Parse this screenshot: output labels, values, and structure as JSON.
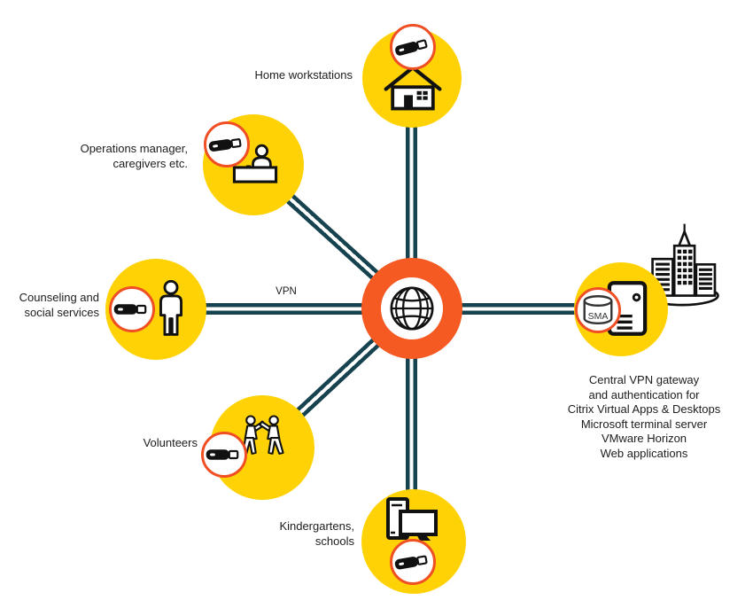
{
  "diagram": {
    "vpn_line_label": "VPN",
    "hub": {
      "icon": "globe-icon"
    },
    "nodes": [
      {
        "id": "home-workstations",
        "icon": "house-icon",
        "badge_icon": "usb-token-icon",
        "label_lines": [
          "Home workstations"
        ]
      },
      {
        "id": "operations-manager",
        "icon": "reception-desk-icon",
        "badge_icon": "usb-token-icon",
        "label_lines": [
          "Operations manager,",
          "caregivers etc."
        ]
      },
      {
        "id": "counseling-social-services",
        "icon": "person-icon",
        "badge_icon": "usb-token-icon",
        "label_lines": [
          "Counseling and",
          "social services"
        ]
      },
      {
        "id": "volunteers",
        "icon": "two-people-icon",
        "badge_icon": "usb-token-icon",
        "label_lines": [
          "Volunteers"
        ]
      },
      {
        "id": "kindergartens-schools",
        "icon": "desktop-computer-icon",
        "badge_icon": "usb-token-icon",
        "label_lines": [
          "Kindergartens,",
          "schools"
        ]
      },
      {
        "id": "central-vpn-gateway",
        "icon": "server-icon",
        "badge_icon": "database-cylinder-icon",
        "badge_label": "SMA",
        "label_lines": [
          "Central VPN gateway",
          "and authentication for",
          "Citrix Virtual Apps & Desktops",
          "Microsoft terminal server",
          "VMware Horizon",
          "Web applications"
        ]
      }
    ],
    "decorations": [
      {
        "id": "city-skyline",
        "icon": "city-buildings-icon"
      }
    ],
    "colors": {
      "node_yellow": "#ffd206",
      "hub_orange": "#f45a22",
      "badge_ring_orange": "#f04e23",
      "line_teal": "#16434f",
      "icon_black": "#111111",
      "background": "#ffffff"
    }
  }
}
